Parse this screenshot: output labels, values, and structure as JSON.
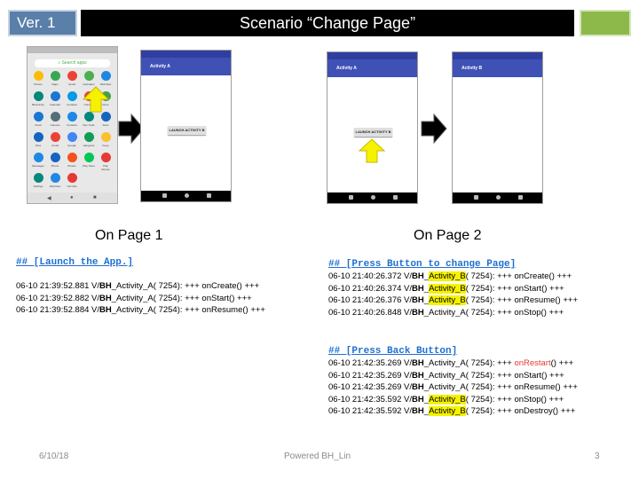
{
  "header": {
    "version": "Ver. 1",
    "title": "Scenario “Change Page”"
  },
  "colors": {
    "accent_blue": "#5a7fa8",
    "accent_green": "#8db84a",
    "appbar": "#3f51b5",
    "highlight": "#f5f200",
    "link": "#1f6fd1"
  },
  "launcher": {
    "search_placeholder": "Search apps",
    "apps": [
      "Photos",
      "Maps",
      "Gmail",
      "Calculator",
      "WebView",
      "BHActivity",
      "Calendar",
      "Contacts",
      "Chrome",
      "Drive",
      "Clock",
      "Camera",
      "Contacts",
      "Dev Tools",
      "Docs",
      "Files",
      "Gmail",
      "Google",
      "Hangouts",
      "Keep",
      "Messages",
      "Phone",
      "Photos",
      "Play Store",
      "Play Movies",
      "Settings",
      "WebView",
      "YouTube"
    ]
  },
  "page1": {
    "label": "On Page 1",
    "phone_title": "Activity A",
    "button": "LAUNCH ACTIVITY B",
    "section_heading": "## [Launch the App.]",
    "logs": [
      {
        "time": "06-10 21:39:52.881 V/",
        "tag": "BH",
        "name": "_Activity_A",
        "rest": "( 7254): +++ onCreate() +++"
      },
      {
        "time": "06-10 21:39:52.882 V/",
        "tag": "BH",
        "name": "_Activity_A",
        "rest": "( 7254): +++ onStart() +++"
      },
      {
        "time": "06-10 21:39:52.884 V/",
        "tag": "BH",
        "name": "_Activity_A",
        "rest": "( 7254): +++ onResume() +++"
      }
    ]
  },
  "page2": {
    "label": "On Page 2",
    "phone_a_title": "Activity A",
    "phone_b_title": "Activity B",
    "button": "LAUNCH ACTIVITY B",
    "section1_heading": "## [Press Button to change Page]",
    "logs1": [
      {
        "time": "06-10 21:40:26.372 V/",
        "tag": "BH",
        "sep": "_",
        "name": "Activity_B",
        "rest": "( 7254): +++ onCreate() +++"
      },
      {
        "time": "06-10 21:40:26.374 V/",
        "tag": "BH",
        "sep": "_",
        "name": "Activity_B",
        "rest": "( 7254): +++ onStart() +++"
      },
      {
        "time": "06-10 21:40:26.376 V/",
        "tag": "BH",
        "sep": "_",
        "name": "Activity_B",
        "rest": "( 7254): +++ onResume() +++"
      },
      {
        "time": "06-10 21:40:26.848 V/",
        "tag": "BH",
        "sep": "_Activity_A",
        "name": "",
        "rest": "( 7254): +++ onStop() +++"
      }
    ],
    "section2_heading": "## [Press Back Button]",
    "logs2": [
      {
        "time": "06-10 21:42:35.269 V/",
        "tag": "BH",
        "sep": "_Activity_A",
        "name": "",
        "pre": "( 7254): +++ ",
        "red": "onRestart",
        "post": "() +++"
      },
      {
        "time": "06-10 21:42:35.269 V/",
        "tag": "BH",
        "sep": "_Activity_A",
        "name": "",
        "pre": "( 7254): +++ onStart() +++",
        "red": "",
        "post": ""
      },
      {
        "time": "06-10 21:42:35.269 V/",
        "tag": "BH",
        "sep": "_Activity_A",
        "name": "",
        "pre": "( 7254): +++ onResume() +++",
        "red": "",
        "post": ""
      },
      {
        "time": "06-10 21:42:35.592 V/",
        "tag": "BH",
        "sep": "_",
        "name": "Activity_B",
        "pre": "( 7254): +++ onStop() +++",
        "red": "",
        "post": ""
      },
      {
        "time": "06-10 21:42:35.592 V/",
        "tag": "BH",
        "sep": "_",
        "name": "Activity_B",
        "pre": "( 7254): +++ onDestroy() +++",
        "red": "",
        "post": ""
      }
    ]
  },
  "footer": {
    "date": "6/10/18",
    "center": "Powered BH_Lin",
    "page": "3"
  }
}
